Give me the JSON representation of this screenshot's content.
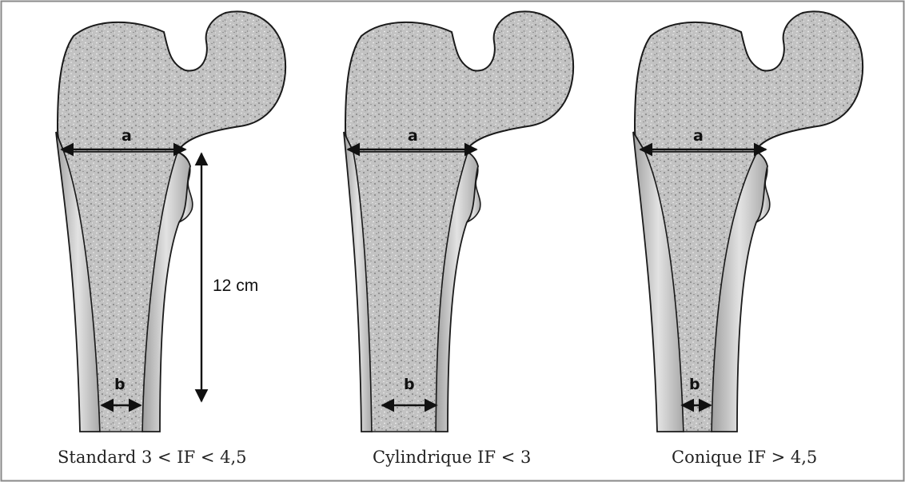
{
  "figure": {
    "panels": [
      {
        "id": "standard",
        "caption": "Standard 3 < IF < 4,5",
        "label_a": "a",
        "label_b": "b",
        "canal_shape": "standard"
      },
      {
        "id": "cylindrique",
        "caption": "Cylindrique IF < 3",
        "label_a": "a",
        "label_b": "b",
        "canal_shape": "cylindrical"
      },
      {
        "id": "conique",
        "caption": "Conique IF > 4,5",
        "label_a": "a",
        "label_b": "b",
        "canal_shape": "conical"
      }
    ],
    "height_measure": "12 cm",
    "colors": {
      "frame": "#8a8a8a",
      "outline": "#1a1a1a",
      "cortex": "#d2d2d2",
      "cancellous": "#bdbdbd",
      "speckle": "#6e6e6e"
    }
  }
}
